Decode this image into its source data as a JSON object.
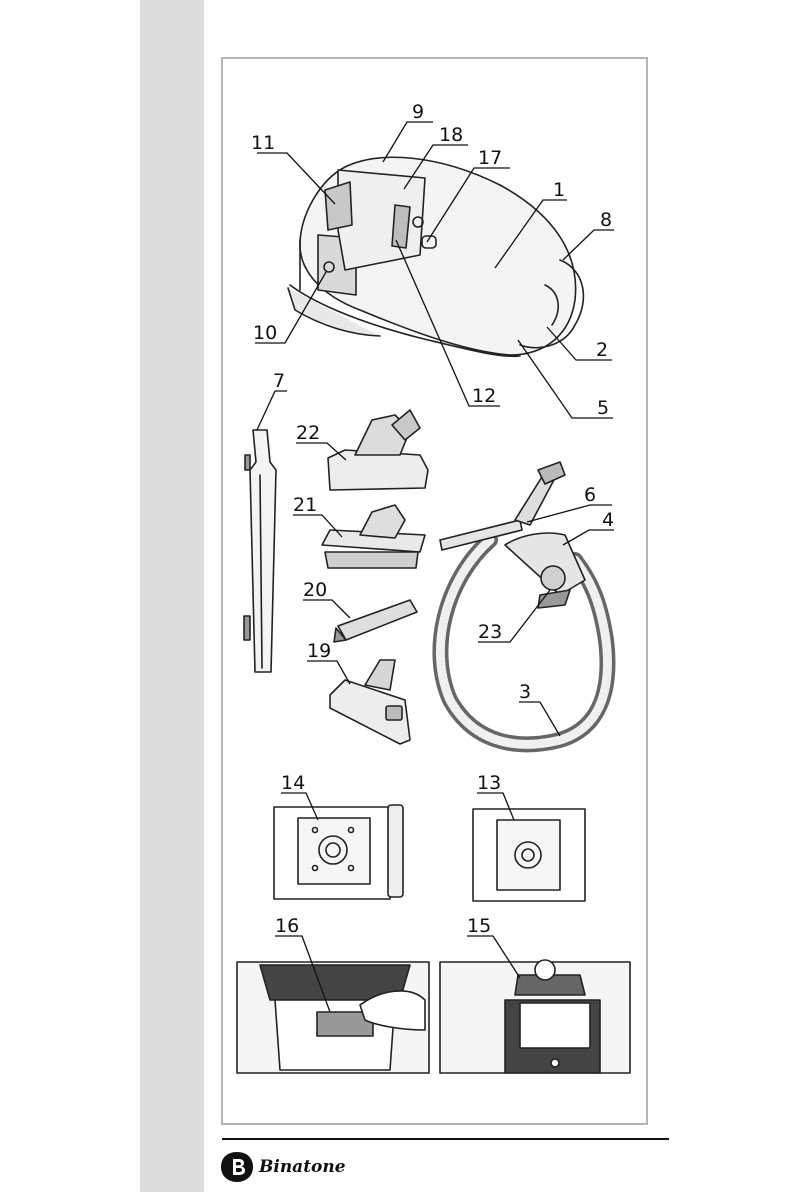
{
  "callouts": {
    "c1": "1",
    "c2": "2",
    "c3": "3",
    "c4": "4",
    "c5": "5",
    "c6": "6",
    "c7": "7",
    "c8": "8",
    "c9": "9",
    "c10": "10",
    "c11": "11",
    "c12": "12",
    "c13": "13",
    "c14": "14",
    "c15": "15",
    "c16": "16",
    "c17": "17",
    "c18": "18",
    "c19": "19",
    "c20": "20",
    "c21": "21",
    "c22": "22",
    "c23": "23"
  },
  "brand": {
    "name": "Binatone"
  }
}
